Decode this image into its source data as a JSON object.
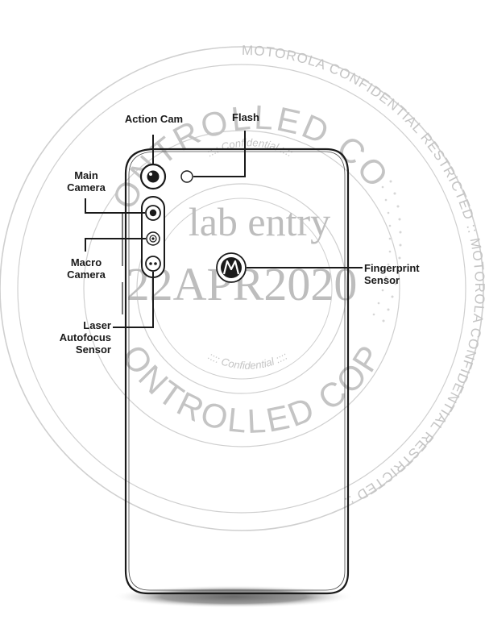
{
  "labels": {
    "action_cam": "Action Cam",
    "flash": "Flash",
    "main_camera": [
      "Main",
      "Camera"
    ],
    "macro_camera": [
      "Macro",
      "Camera"
    ],
    "laser_autofocus": [
      "Laser",
      "Autofocus",
      "Sensor"
    ],
    "fingerprint": [
      "Fingerprint",
      "Sensor"
    ]
  },
  "watermark": {
    "ring_outer": "MOTOROLA CONFIDENTIAL RESTRICTED :: MOTOROLA CONFIDENTIAL RESTRICTED ::",
    "controlled_top": "CONTROLLED COPY",
    "controlled_bottom": "CONTROLLED COPY",
    "inner_top": ":::: Confidential ::::",
    "inner_bottom": ":::: Confidential ::::",
    "stamp_line1": "lab entry",
    "stamp_line2": "22APR2020"
  },
  "colors": {
    "line": "#1a1a1a",
    "watermark": "#c8c8c8",
    "shadow": "#555555"
  },
  "icons": [
    "action-cam-lens-icon",
    "flash-icon",
    "main-camera-lens-icon",
    "macro-camera-lens-icon",
    "laser-autofocus-icon",
    "motorola-logo-icon"
  ]
}
